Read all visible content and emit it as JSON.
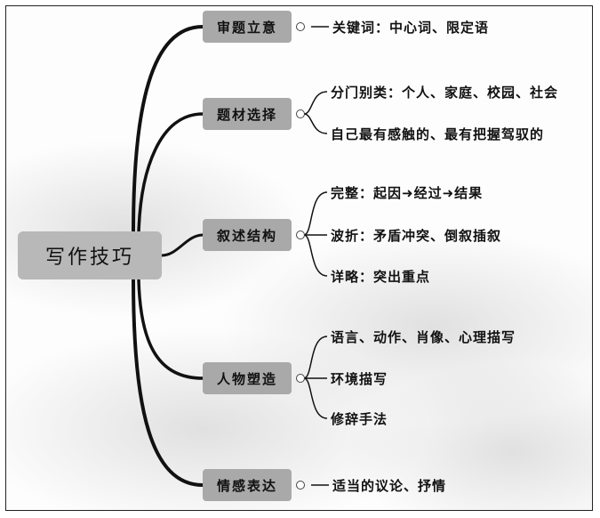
{
  "root": {
    "label": "写作技巧"
  },
  "branches": [
    {
      "label": "审题立意",
      "leaves": [
        "关键词：中心词、限定语"
      ]
    },
    {
      "label": "题材选择",
      "leaves": [
        "分门别类：个人、家庭、校园、社会",
        "自己最有感触的、最有把握驾驭的"
      ]
    },
    {
      "label": "叙述结构",
      "leaves": [
        "完整：起因➜经过➜结果",
        "波折：矛盾冲突、倒叙插叙",
        "详略：突出重点"
      ]
    },
    {
      "label": "人物塑造",
      "leaves": [
        "语言、动作、肖像、心理描写",
        "环境描写",
        "修辞手法"
      ]
    },
    {
      "label": "情感表达",
      "leaves": [
        "适当的议论、抒情"
      ]
    }
  ]
}
